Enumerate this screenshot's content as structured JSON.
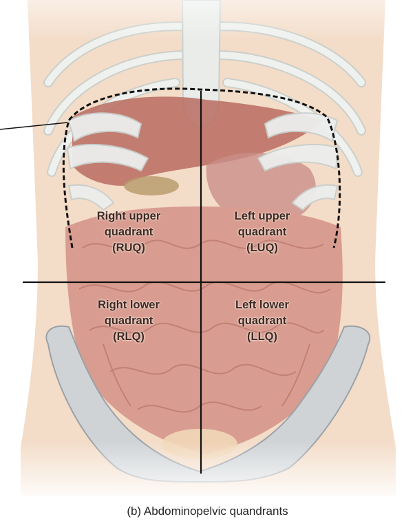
{
  "quadrants": {
    "ruq": {
      "line1": "Right upper",
      "line2": "quadrant",
      "line3": "(RUQ)"
    },
    "luq": {
      "line1": "Left upper",
      "line2": "quadrant",
      "line3": "(LUQ)"
    },
    "rlq": {
      "line1": "Right lower",
      "line2": "quadrant",
      "line3": "(RLQ)"
    },
    "llq": {
      "line1": "Left lower",
      "line2": "quadrant",
      "line3": "(LLQ)"
    }
  },
  "caption": "(b) Abdominopelvic quandrants",
  "colors": {
    "skin": "#f3dcc8",
    "bone": "#e9ece9",
    "bone_outline": "#c9cfcc",
    "intestine": "#d99c90",
    "liver": "#b86c60",
    "pelvis": "#cfd3d6",
    "line": "#111111"
  }
}
